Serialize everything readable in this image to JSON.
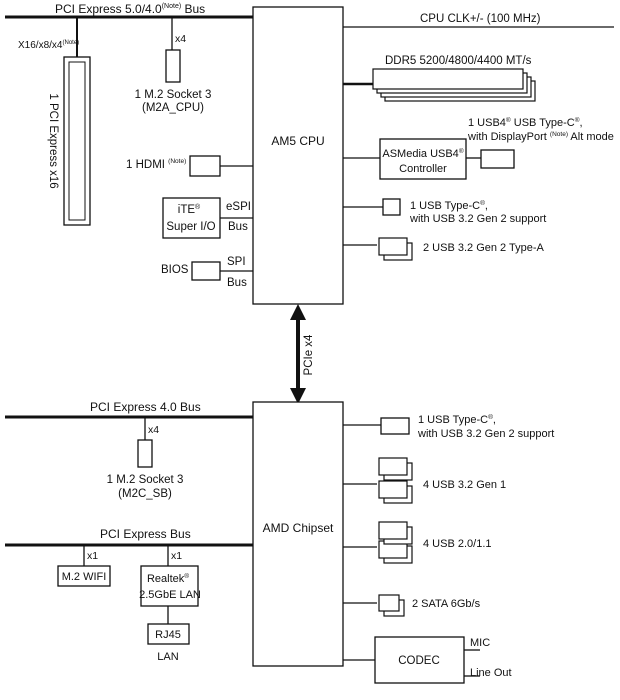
{
  "cpu": {
    "label": "AM5 CPU",
    "bus_top": {
      "label": "PCI Express 5.0/4.0",
      "note": "(Note)",
      "suffix": " Bus"
    },
    "x16_label": "X16/x8/x4",
    "x16_note": "(Note)",
    "pcie_slot": "1 PCI Express x16",
    "m2a": {
      "lane": "x4",
      "line1": "1 M.2 Socket 3",
      "line2": "(M2A_CPU)"
    },
    "hdmi": {
      "label": "1 HDMI ",
      "note": "(Note)"
    },
    "superio": {
      "line1": "iTE",
      "reg": "®",
      "line2": "Super I/O"
    },
    "espi": {
      "line1": "eSPI",
      "line2": "Bus"
    },
    "bios": "BIOS",
    "spi": {
      "line1": "SPI",
      "line2": "Bus"
    },
    "clk": "CPU CLK+/- (100 MHz)",
    "ddr5": "DDR5 5200/4800/4400 MT/s",
    "usb4": {
      "line1a": "1 USB4",
      "reg": "®",
      "line1b": " USB Type-C",
      "reg2": "®",
      "line1c": ",",
      "line2a": "with DisplayPort ",
      "note": "(Note)",
      "line2b": " Alt mode"
    },
    "asmedia": {
      "line1a": "ASMedia USB4",
      "reg": "®",
      "line2": "Controller"
    },
    "usbc": {
      "line1a": "1 USB Type-C",
      "reg": "®",
      "line1b": ",",
      "line2": "with USB 3.2 Gen 2 support"
    },
    "usba": "2 USB 3.2 Gen 2 Type-A"
  },
  "link": {
    "label": "PCIe x4"
  },
  "chipset": {
    "label": "AMD Chipset",
    "bus40": "PCI Express 4.0 Bus",
    "m2c": {
      "lane": "x4",
      "line1": "1 M.2 Socket 3",
      "line2": "(M2C_SB)"
    },
    "pcie_bus": "PCI Express Bus",
    "wifi": {
      "lane": "x1",
      "label": "M.2 WIFI"
    },
    "lan": {
      "lane": "x1",
      "line1": "Realtek",
      "reg": "®",
      "line2": "2.5GbE LAN"
    },
    "rj45": "RJ45",
    "lan_label": "LAN",
    "usbc": {
      "line1a": "1 USB Type-C",
      "reg": "®",
      "line1b": ",",
      "line2": "with USB 3.2 Gen 2 support"
    },
    "usb32": "4 USB 3.2 Gen 1",
    "usb20": "4 USB 2.0/1.1",
    "sata": "2 SATA 6Gb/s",
    "codec": "CODEC",
    "mic": "MIC",
    "lineout": "Line Out"
  }
}
